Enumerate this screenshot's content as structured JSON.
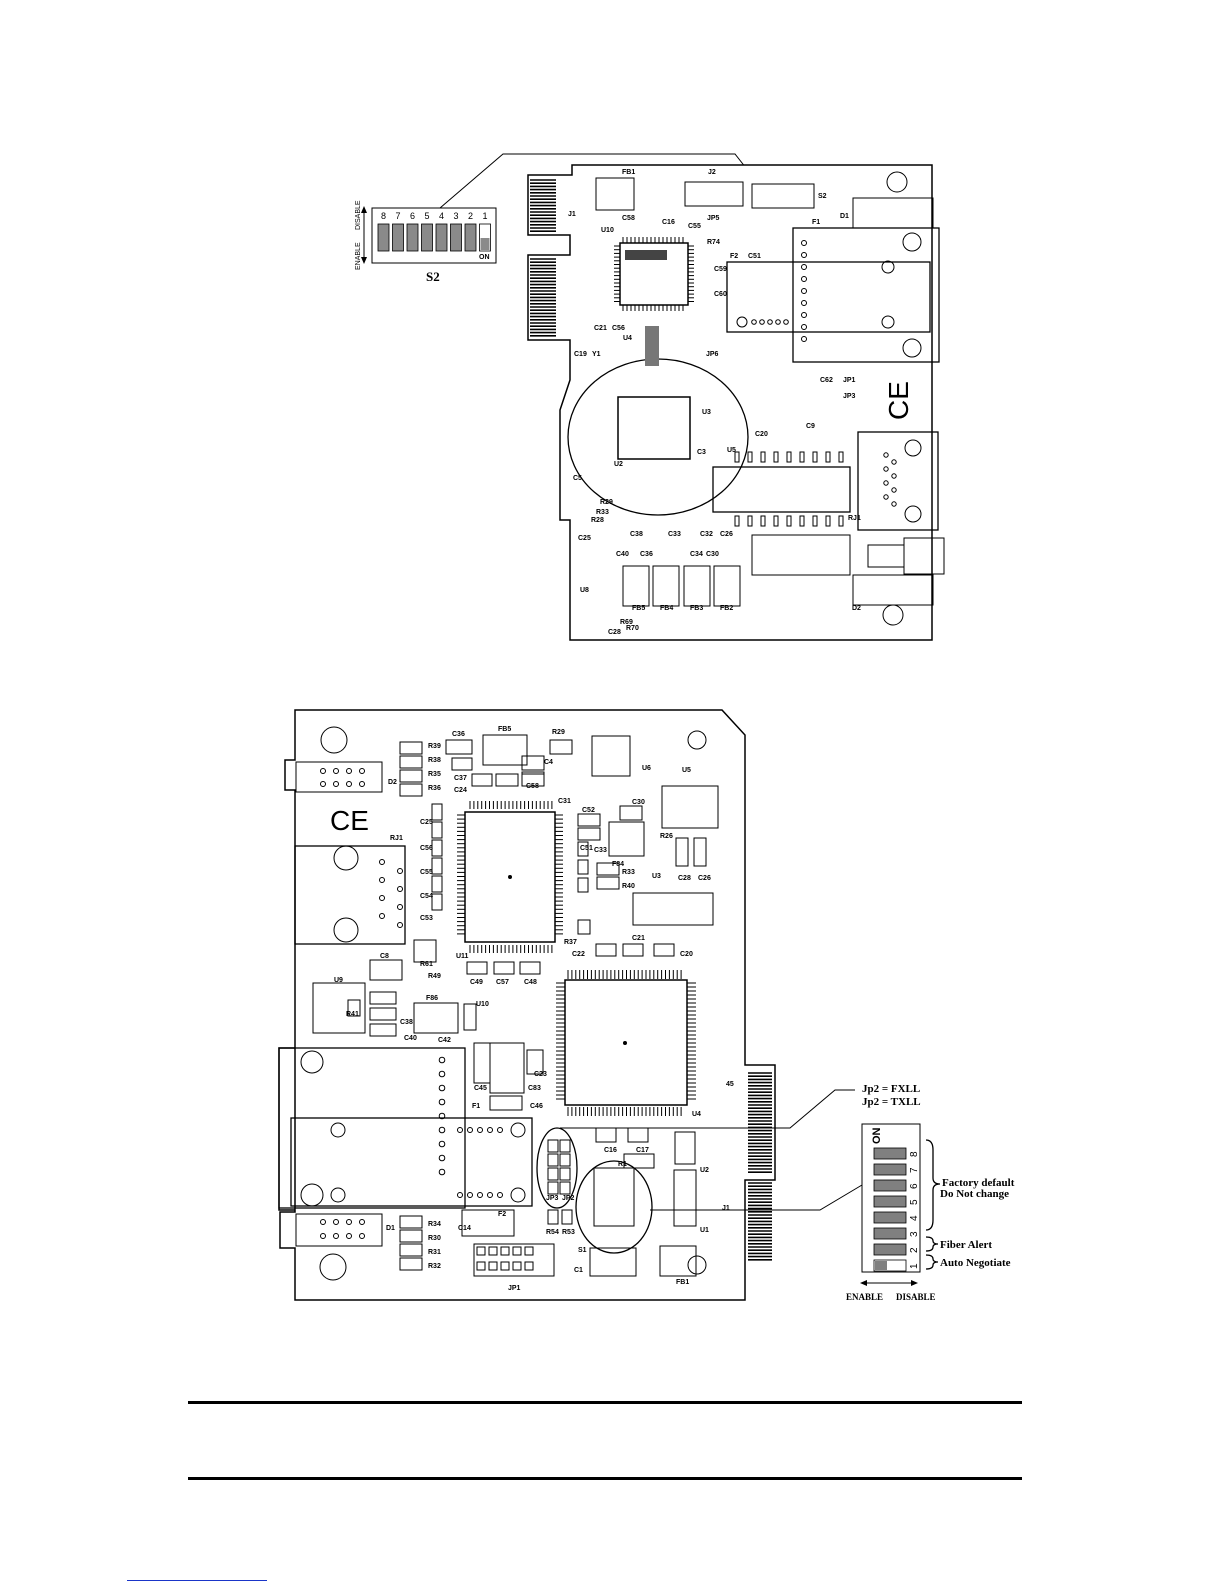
{
  "figure_top": {
    "switch_name": "S2",
    "switch_numbers": [
      "8",
      "7",
      "6",
      "5",
      "4",
      "3",
      "2",
      "1"
    ],
    "on_label": "ON",
    "enable_label": "ENABLE",
    "disable_label": "DISABLE",
    "board_labels": [
      "FB1",
      "J2",
      "S2",
      "D1",
      "J1",
      "U10",
      "C58",
      "C16",
      "C55",
      "JP5",
      "R74",
      "C51",
      "F1",
      "F2",
      "C59",
      "C60",
      "C21",
      "C56",
      "U4",
      "Y1",
      "C19",
      "JP6",
      "JP1",
      "JP3",
      "C62",
      "C9",
      "U3",
      "U2",
      "C3",
      "U5",
      "C20",
      "C5",
      "R28",
      "R29",
      "R33",
      "C25",
      "C38",
      "C33",
      "C32",
      "C26",
      "C40",
      "C36",
      "C34",
      "C30",
      "U8",
      "FB5",
      "FB4",
      "FB3",
      "FB2",
      "R69",
      "R70",
      "C28",
      "D2",
      "RJ1"
    ]
  },
  "figure_bottom": {
    "jp2_lines": [
      "Jp2 = FXLL",
      "Jp2 = TXLL"
    ],
    "on_label": "ON",
    "switch_numbers": [
      "8",
      "7",
      "6",
      "5",
      "4",
      "3",
      "2",
      "1"
    ],
    "group_labels": {
      "factory_default": "Factory default",
      "do_not_change": "Do Not change",
      "fiber_alert": "Fiber Alert",
      "auto_negotiate": "Auto Negotiate"
    },
    "enable_label": "ENABLE",
    "disable_label": "DISABLE",
    "board_labels": [
      "C36",
      "FB5",
      "R29",
      "R39",
      "R38",
      "R35",
      "R36",
      "C37",
      "C24",
      "C58",
      "C4",
      "C31",
      "U6",
      "U5",
      "D2",
      "C52",
      "C30",
      "RJ1",
      "C25",
      "C56",
      "C55",
      "C54",
      "C53",
      "C51",
      "C33",
      "F84",
      "R26",
      "C28",
      "C26",
      "R33",
      "R40",
      "U3",
      "R37",
      "C22",
      "C21",
      "C20",
      "U11",
      "C49",
      "C57",
      "C48",
      "C8",
      "R49",
      "R61",
      "U9",
      "R41",
      "F86",
      "U10",
      "C38",
      "C40",
      "C42",
      "C23",
      "C45",
      "C83",
      "F1",
      "C46",
      "45",
      "U4",
      "C16",
      "C17",
      "R1",
      "U2",
      "JP3",
      "JP2",
      "R54",
      "R53",
      "U1",
      "J1",
      "F2",
      "C14",
      "R34",
      "R30",
      "R31",
      "R32",
      "D1",
      "S1",
      "C1",
      "FB1",
      "JP1"
    ]
  }
}
